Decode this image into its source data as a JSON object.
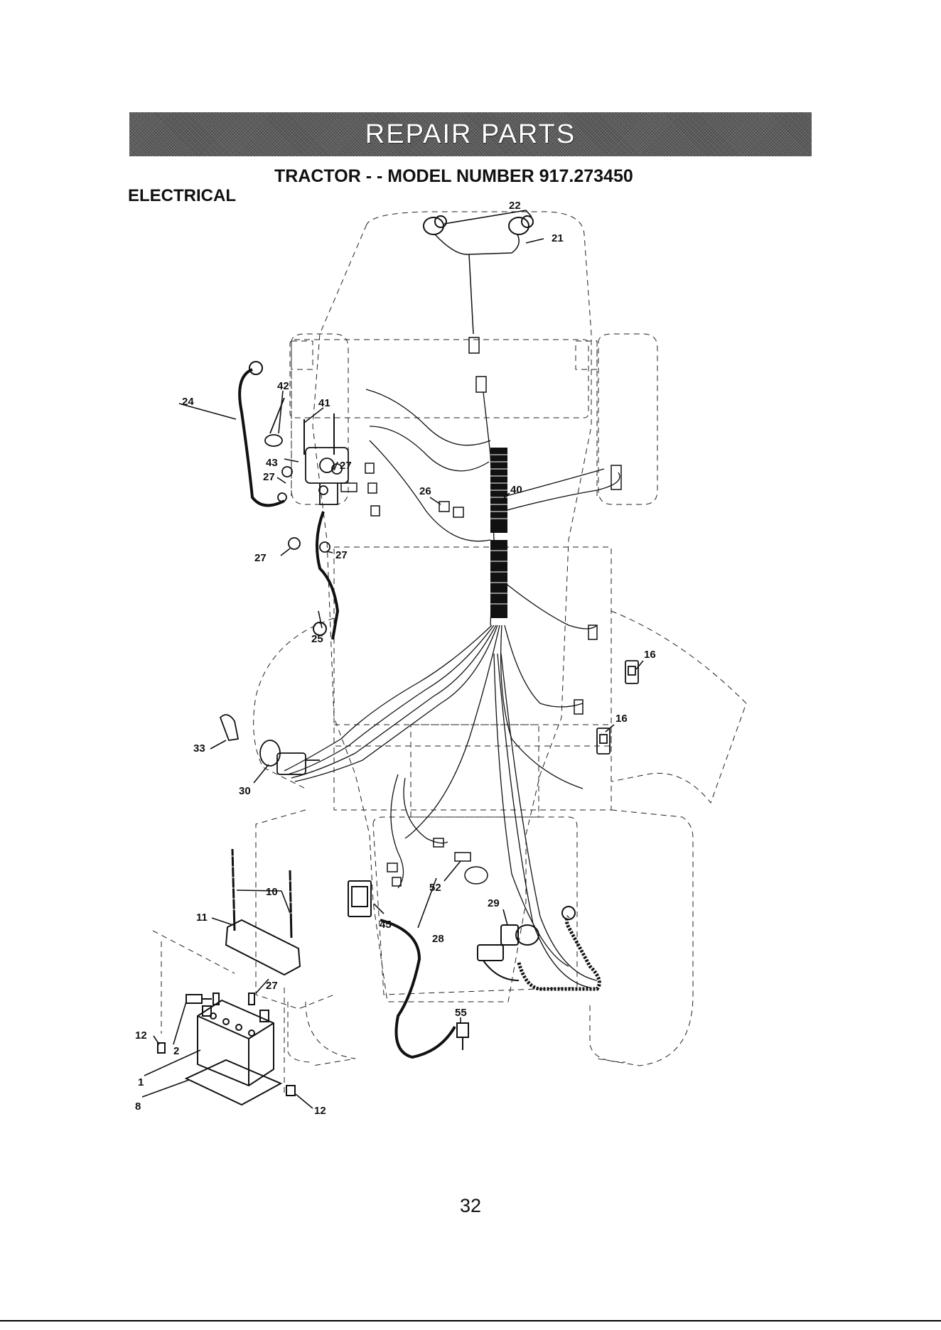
{
  "header": {
    "banner_text": "REPAIR PARTS",
    "model_title": "TRACTOR - - MODEL NUMBER 917.273450",
    "section_title": "ELECTRICAL"
  },
  "diagram": {
    "callouts": {
      "c22": "22",
      "c21": "21",
      "c24": "24",
      "c42": "42",
      "c41": "41",
      "c43": "43",
      "c27a": "27",
      "c27b": "27",
      "c27c": "27",
      "c27d": "27",
      "c27e": "27",
      "c26": "26",
      "c40": "40",
      "c25": "25",
      "c16a": "16",
      "c16b": "16",
      "c33": "33",
      "c30": "30",
      "c10": "10",
      "c11": "11",
      "c52": "52",
      "c29": "29",
      "c45": "45",
      "c28": "28",
      "c55": "55",
      "c12a": "12",
      "c12b": "12",
      "c2": "2",
      "c1": "1",
      "c8": "8"
    }
  },
  "footer": {
    "page_number": "32"
  }
}
